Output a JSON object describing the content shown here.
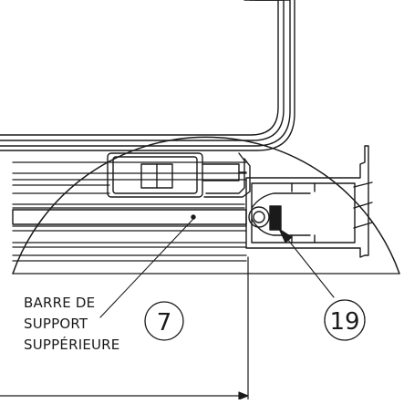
{
  "drawing": {
    "label_lines": [
      "BARRE DE",
      "SUPPORT",
      "SUPPÉRIEURE"
    ],
    "balloons": [
      {
        "number": "7"
      },
      {
        "number": "19"
      }
    ],
    "line_color": "#1a1a1a",
    "background": "#ffffff"
  }
}
